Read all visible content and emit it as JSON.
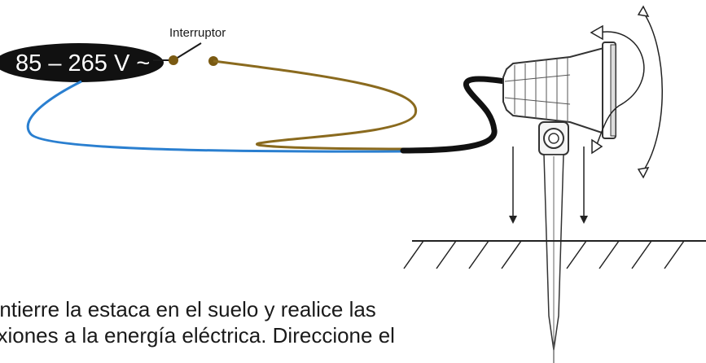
{
  "power_source": {
    "label": "85 – 265 V ~"
  },
  "switch": {
    "label": "Interruptor"
  },
  "instructions": {
    "lines": [
      "Entierre la estaca en el suelo y realice las",
      "exiones a la energía eléctrica. Direccione el",
      ""
    ]
  },
  "colors": {
    "neutral_wire": "#2a7fd0",
    "live_wire": "#8a6a1e",
    "cable": "#111111",
    "switch_node": "#7a5a12",
    "source_fill": "#111111"
  }
}
